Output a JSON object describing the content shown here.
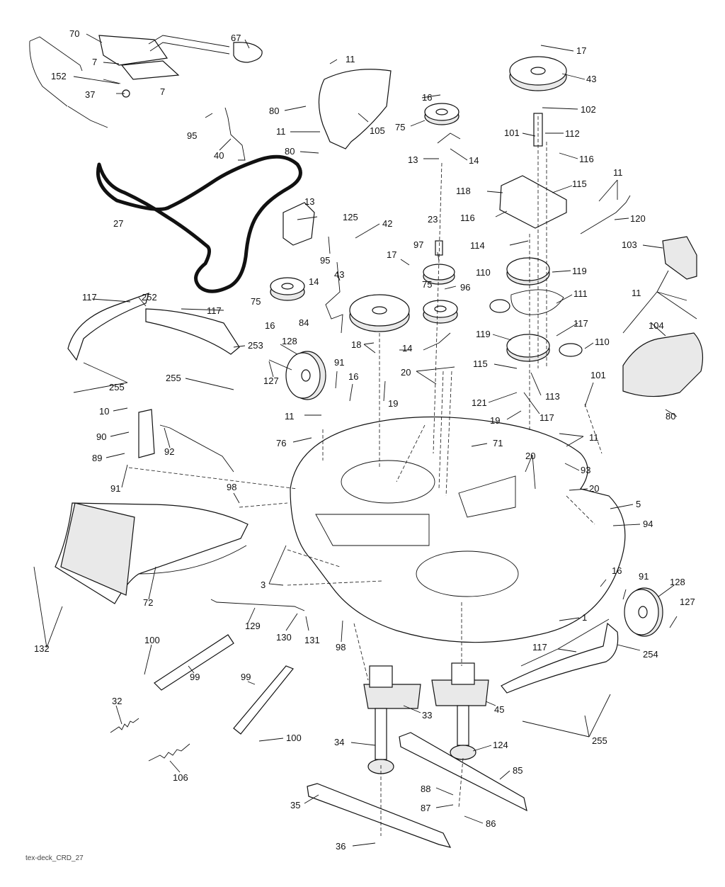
{
  "labels": {
    "p70": "70",
    "p67": "67",
    "p7a": "7",
    "p7b": "7",
    "p152": "152",
    "p37": "37",
    "p11a": "11",
    "p80a": "80",
    "p105": "105",
    "p11b": "11",
    "p80b": "80",
    "p16a": "16",
    "p75a": "75",
    "p13a": "13",
    "p14a": "14",
    "p17a": "17",
    "p43a": "43",
    "p102": "102",
    "p101a": "101",
    "p112": "112",
    "p116a": "116",
    "p95a": "95",
    "p40": "40",
    "p27": "27",
    "p13b": "13",
    "p125": "125",
    "p95b": "95",
    "p42": "42",
    "p14b": "14",
    "p75b": "75",
    "p16b": "16",
    "p118": "118",
    "p115a": "115",
    "p11c": "11",
    "p116b": "116",
    "p120": "120",
    "p23": "23",
    "p97": "97",
    "p114": "114",
    "p103": "103",
    "p17b": "17",
    "p43b": "43",
    "p96": "96",
    "p75c": "75",
    "p84": "84",
    "p110a": "110",
    "p119a": "119",
    "p111": "111",
    "p11d": "11",
    "p117a": "117",
    "p252": "252",
    "p117b": "117",
    "p253": "253",
    "p255a": "255",
    "p255b": "255",
    "p128a": "128",
    "p127a": "127",
    "p91a": "91",
    "p16c": "16",
    "p18": "18",
    "p14c": "14",
    "p19a": "19",
    "p117c": "117",
    "p119b": "119",
    "p110b": "110",
    "p104": "104",
    "p20a": "20",
    "p115b": "115",
    "p113": "113",
    "p121": "121",
    "p117d": "117",
    "p19b": "19",
    "p101b": "101",
    "p80c": "80",
    "p10": "10",
    "p90": "90",
    "p89": "89",
    "p91b": "91",
    "p92": "92",
    "p11e": "11",
    "p76": "76",
    "p71": "71",
    "p11f": "11",
    "p93": "93",
    "p98a": "98",
    "p20b": "20",
    "p20c": "20",
    "p5": "5",
    "p94": "94",
    "p3": "3",
    "p72": "72",
    "p132": "132",
    "p1": "1",
    "p16d": "16",
    "p91c": "91",
    "p128b": "128",
    "p127b": "127",
    "p129": "129",
    "p130": "130",
    "p131": "131",
    "p98b": "98",
    "p117e": "117",
    "p254": "254",
    "p100a": "100",
    "p99a": "99",
    "p99b": "99",
    "p33": "33",
    "p45": "45",
    "p32": "32",
    "p100b": "100",
    "p255c": "255",
    "p106": "106",
    "p34": "34",
    "p124": "124",
    "p85": "85",
    "p88": "88",
    "p87": "87",
    "p86": "86",
    "p35": "35",
    "p36": "36"
  },
  "caption": "tex-deck_CRD_27"
}
